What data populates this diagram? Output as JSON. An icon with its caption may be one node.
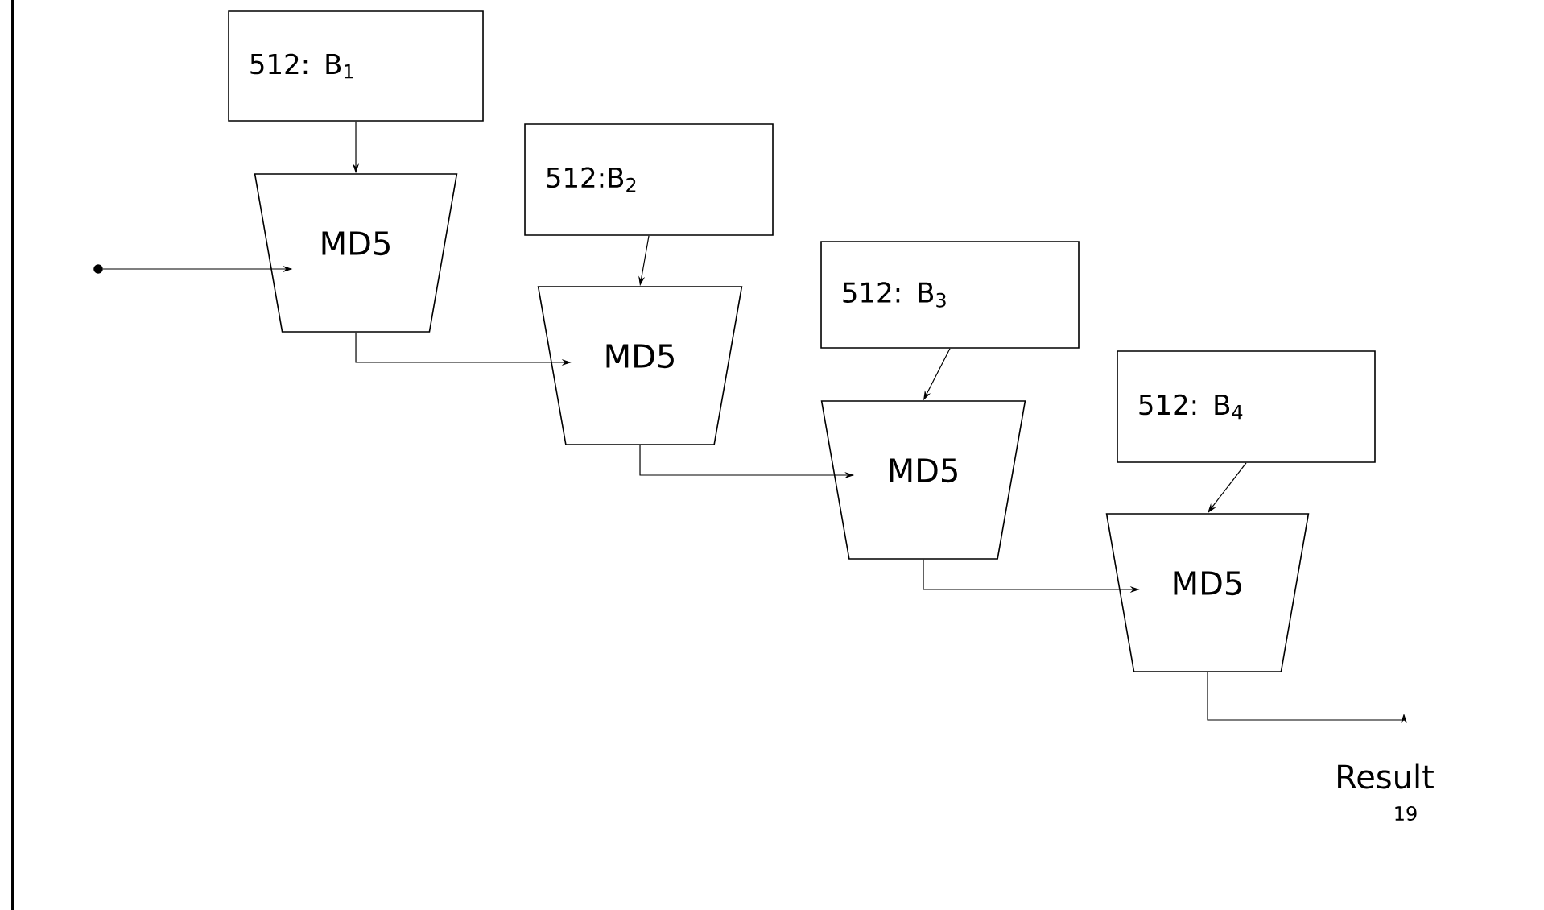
{
  "diagram": {
    "nodes": [
      {
        "text": [
          "512: B$_{1}$"
        ]
      },
      {
        "text": [
          "MD5"
        ]
      },
      {
        "text": [
          "512:B$_{2}$"
        ]
      },
      {
        "text": [
          "MD5"
        ]
      },
      {
        "text": [
          "512: B$_{3}$"
        ]
      },
      {
        "text": [
          "MD5"
        ]
      },
      {
        "text": [
          "512: B$_{4}$"
        ]
      },
      {
        "text": [
          "MD5"
        ]
      },
      {
        "text": [],
        "shape": "circle"
      }
    ],
    "edges": [
      {
        "from": 8,
        "to": 1,
        "arrow": "to"
      },
      {
        "from": 0,
        "to": 1,
        "arrow": "to"
      },
      {
        "from": 1,
        "to": 3,
        "arrow": "to"
      },
      {
        "from": 2,
        "to": 3,
        "arrow": "to"
      },
      {
        "from": 3,
        "to": 5,
        "arrow": "to"
      },
      {
        "from": 4,
        "to": 5,
        "arrow": "to"
      },
      {
        "from": 5,
        "to": 7,
        "arrow": "to"
      },
      {
        "from": 6,
        "to": 7,
        "arrow": "to"
      },
      {
        "from": 7,
        "to": null,
        "arrow": "to"
      }
    ],
    "labels": [
      "Result",
      "19"
    ]
  }
}
